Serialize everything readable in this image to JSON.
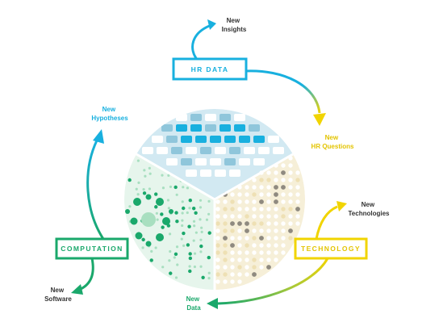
{
  "colors": {
    "blue": "#18b0df",
    "blue_mid": "#8fc6db",
    "blue_light": "#d2e9f2",
    "green": "#1aa86b",
    "green_light": "#a8dfc0",
    "green_bg": "#e6f5ec",
    "yellow": "#f1d400",
    "tan_bg": "#f6efd8",
    "tan_dot": "#eee0b4",
    "gray_dot": "#8f8a80",
    "text_dark": "#333333"
  },
  "boxes": {
    "hr_data": "HR DATA",
    "computation": "COMPUTATION",
    "technology": "TECHNOLOGY"
  },
  "outputs": {
    "new_insights": [
      "New",
      "Insights"
    ],
    "new_hr_questions": [
      "New",
      "HR Questions"
    ],
    "new_technologies": [
      "New",
      "Technologies"
    ],
    "new_data": [
      "New",
      "Data"
    ],
    "new_software": [
      "New",
      "Software"
    ],
    "new_hypotheses": [
      "New",
      "Hypotheses"
    ]
  }
}
